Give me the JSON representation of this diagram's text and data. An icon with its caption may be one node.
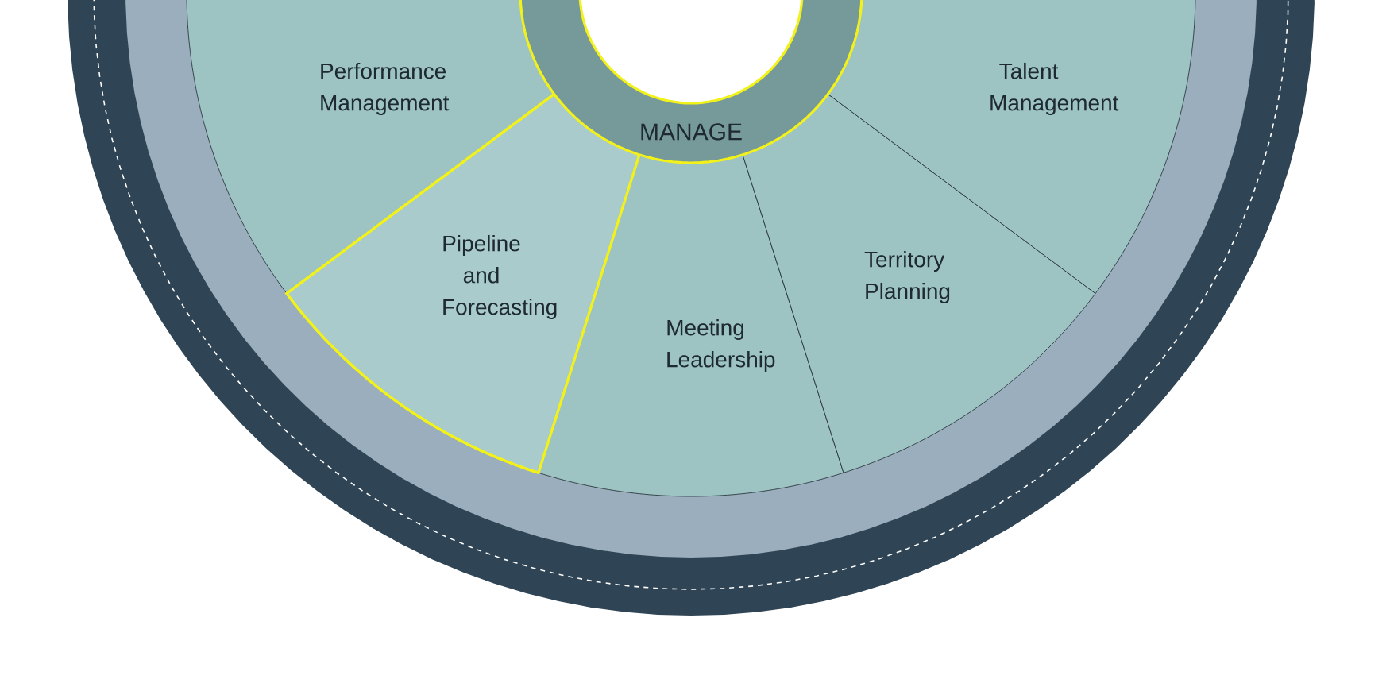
{
  "diagram": {
    "nodes": [
      {
        "text": [
          "MANAGE"
        ]
      },
      {
        "text": [
          "Performance Management"
        ]
      },
      {
        "text": [
          "Talent Management"
        ]
      },
      {
        "text": [
          "Pipeline and Forecasting"
        ]
      },
      {
        "text": [
          "Meeting Leadership"
        ]
      },
      {
        "text": [
          "Territory Planning"
        ]
      }
    ]
  }
}
